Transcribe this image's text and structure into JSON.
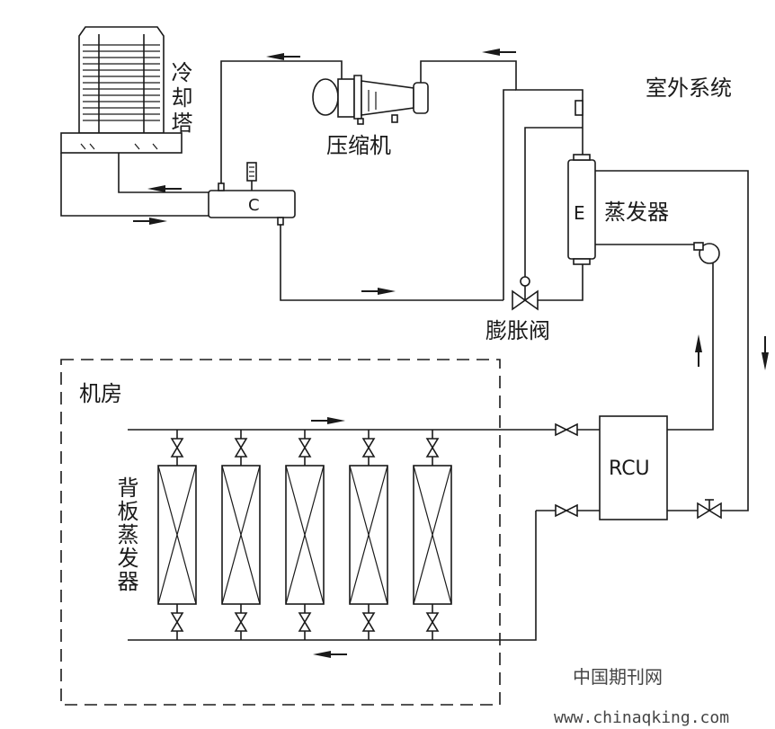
{
  "labels": {
    "cooling_tower": "冷却塔",
    "compressor": "压缩机",
    "outdoor_system": "室外系统",
    "evaporator": "蒸发器",
    "expansion_valve": "膨胀阀",
    "machine_room": "机房",
    "backplane_evaporator": "背板蒸发器",
    "rcu": "RCU",
    "condenser_letter": "C",
    "evaporator_letter": "E"
  },
  "watermark": {
    "cn": "中国期刊网",
    "url": "www.chinaqking.com"
  },
  "backplane_unit_count": 5
}
